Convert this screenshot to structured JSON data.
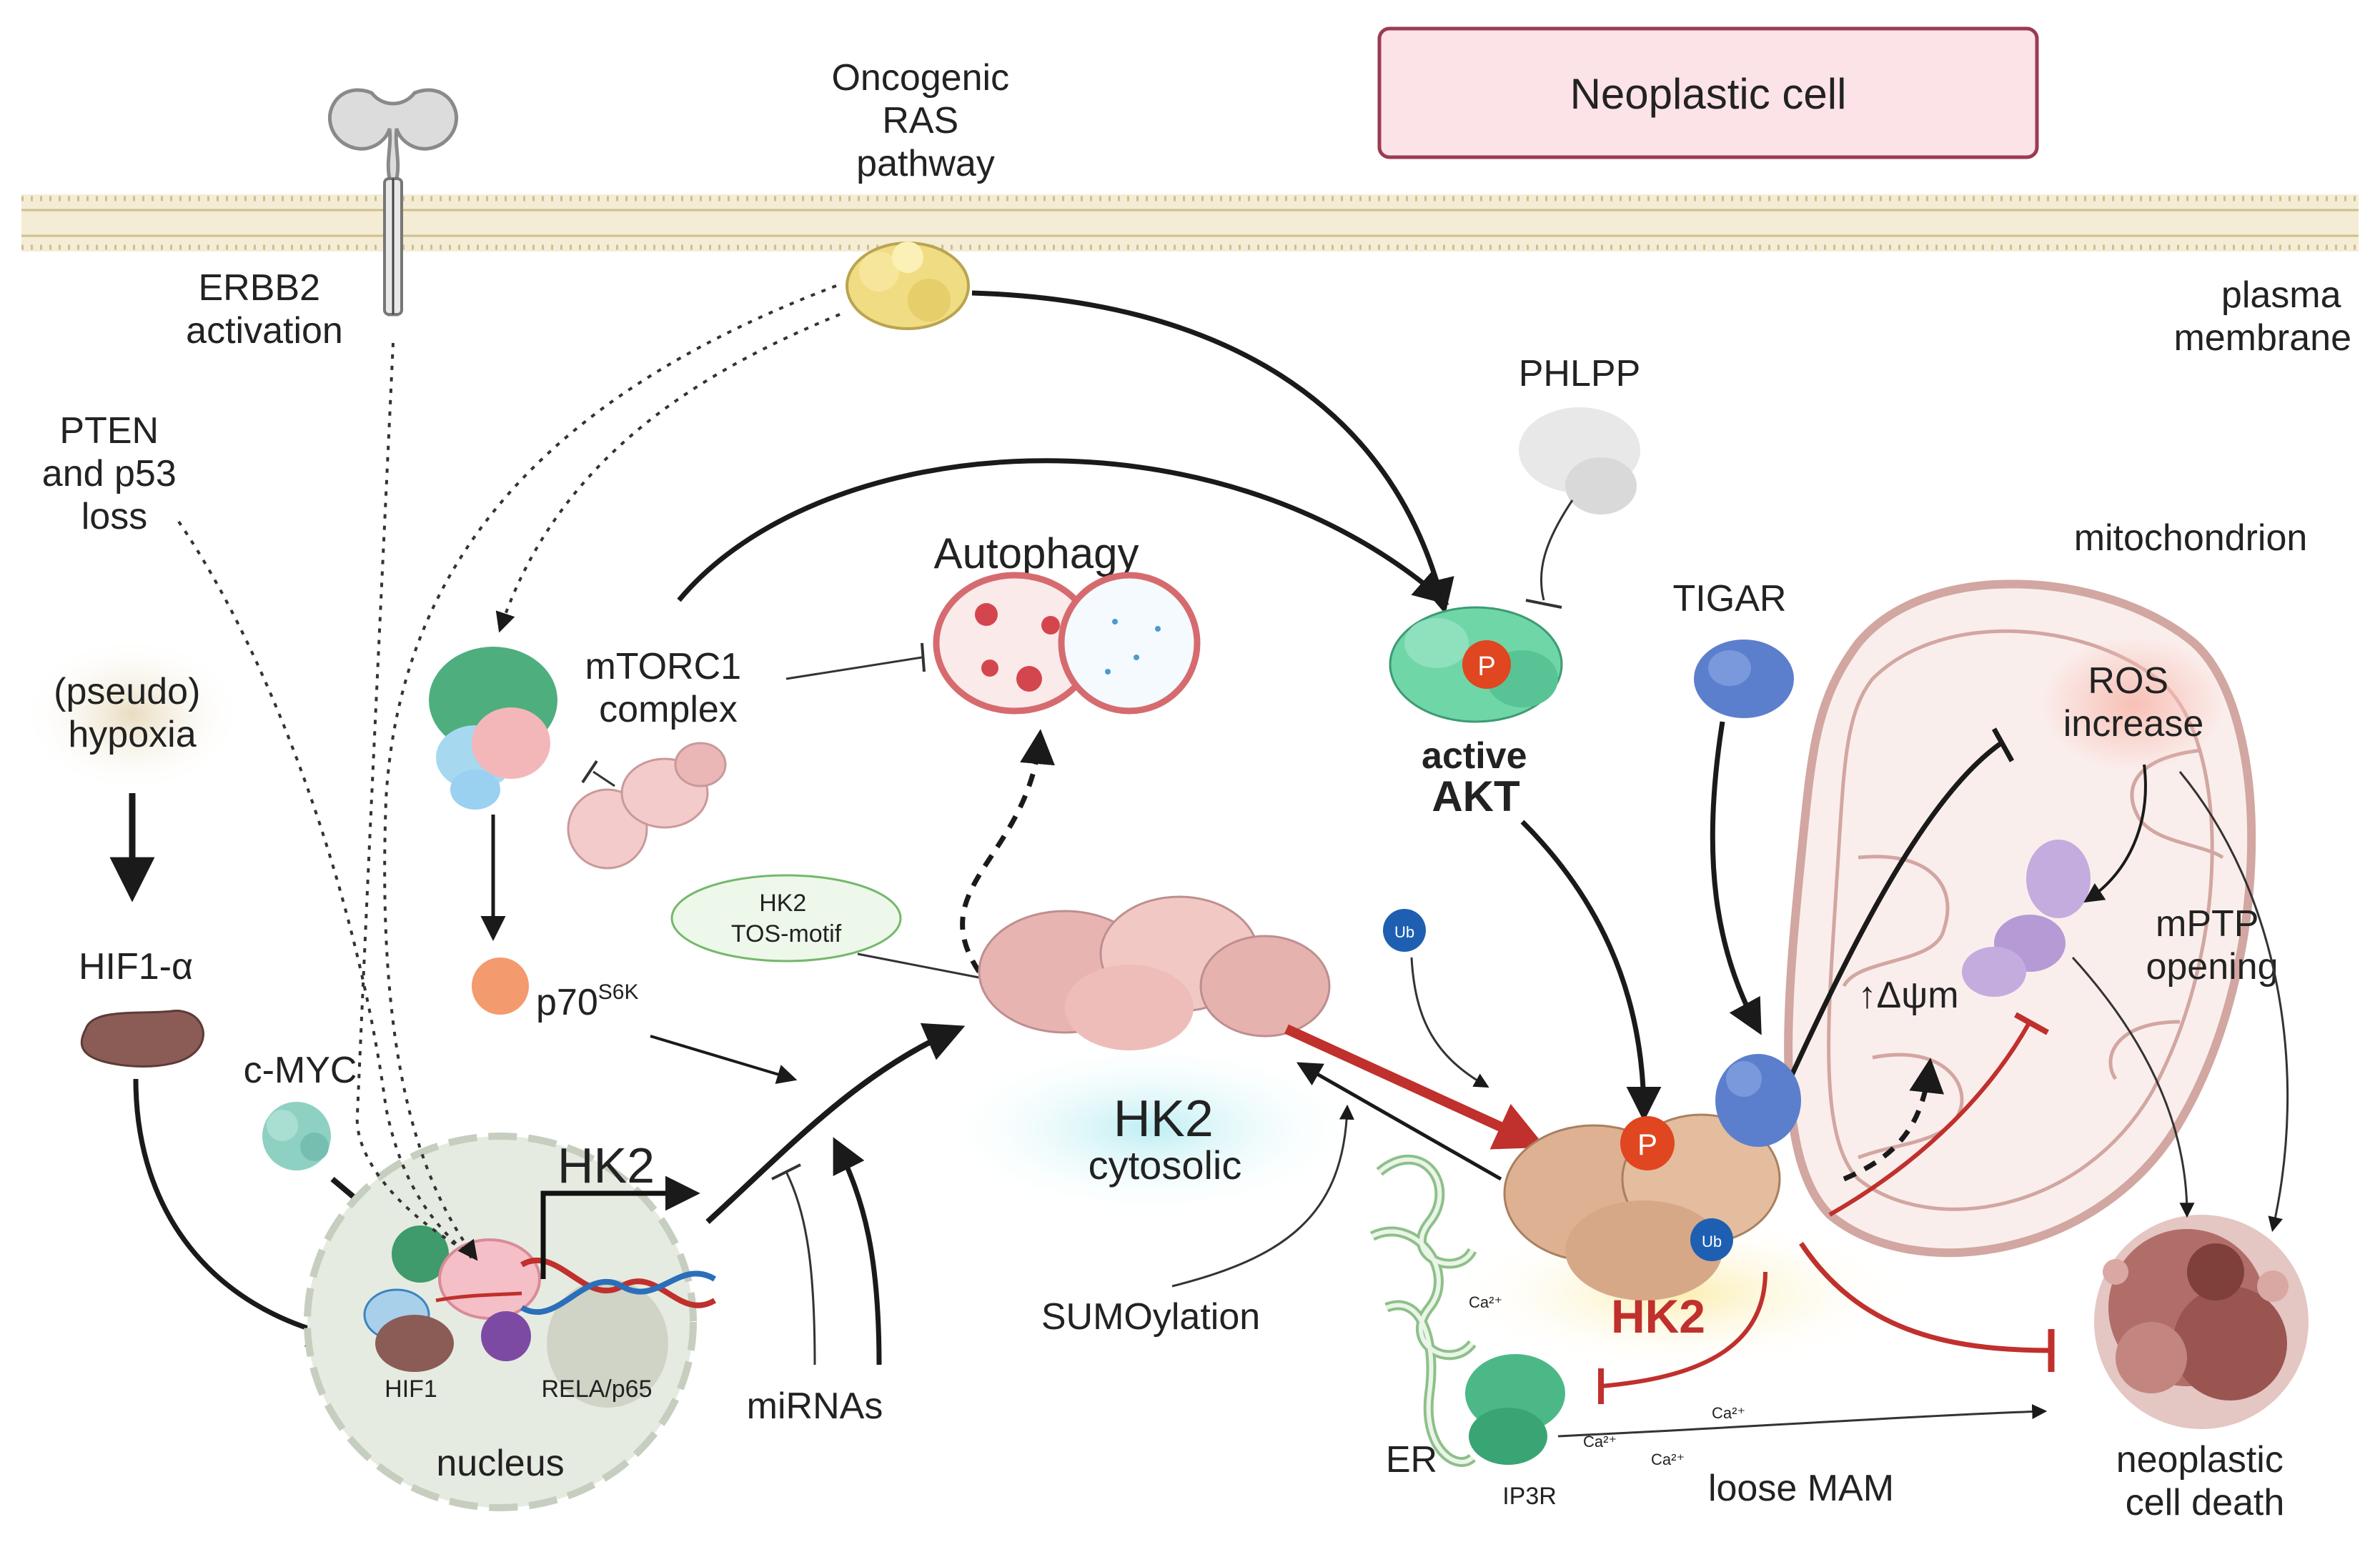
{
  "title_box": {
    "text": "Neoplastic cell",
    "fill": "#fbe3e8",
    "stroke": "#9b3b52"
  },
  "colors": {
    "inhibit_red": "#c0302c",
    "arrow_black": "#1a1a1a",
    "membrane": "#cdbf8e",
    "ras_protein": "#f0dc82",
    "akt_protein": "#6fd6a8",
    "phospho": "#e0461f",
    "hk2_protein": "#e8b4b2",
    "hk2_mito": "#deb193",
    "tigar_protein": "#5b7fcc",
    "mptp_protein": "#b59ad6",
    "death_blob": "#a9605b",
    "ub_badge": "#1f5fb2"
  },
  "labels": {
    "ras": [
      "Oncogenic",
      "RAS",
      "pathway"
    ],
    "erbb2": [
      "ERBB2",
      "activation"
    ],
    "plasma_membrane": [
      "plasma",
      "membrane"
    ],
    "pten": [
      "PTEN",
      "and p53",
      "loss"
    ],
    "hypoxia": [
      "(pseudo)",
      "hypoxia"
    ],
    "hif1a": "HIF1-α",
    "cmyc": "c-MYC",
    "mtorc1": [
      "mTORC1",
      "complex"
    ],
    "autophagy": "Autophagy",
    "tos_motif": [
      "HK2",
      "TOS-motif"
    ],
    "p70": {
      "base": "p70",
      "sup": "S6K"
    },
    "hk2_gene": "HK2",
    "hif1": "HIF1",
    "rela": "RELA/p65",
    "nucleus": "nucleus",
    "mirnas": "miRNAs",
    "hk2_cyto": [
      "HK2",
      "cytosolic"
    ],
    "sumo": "SUMOylation",
    "phlpp": "PHLPP",
    "akt": [
      "active",
      "AKT"
    ],
    "tigar": "TIGAR",
    "mitochondrion": "mitochondrion",
    "ros": [
      "ROS",
      "increase"
    ],
    "mptp": [
      "mPTP",
      "opening"
    ],
    "delta_psi": "↑Δψm",
    "hk2_mito": "HK2",
    "er": "ER",
    "ip3r": "IP3R",
    "mam": "loose MAM",
    "death": [
      "neoplastic",
      "cell death"
    ],
    "ca": "Ca²⁺",
    "p_mark": "P",
    "ub_mark": "Ub"
  }
}
